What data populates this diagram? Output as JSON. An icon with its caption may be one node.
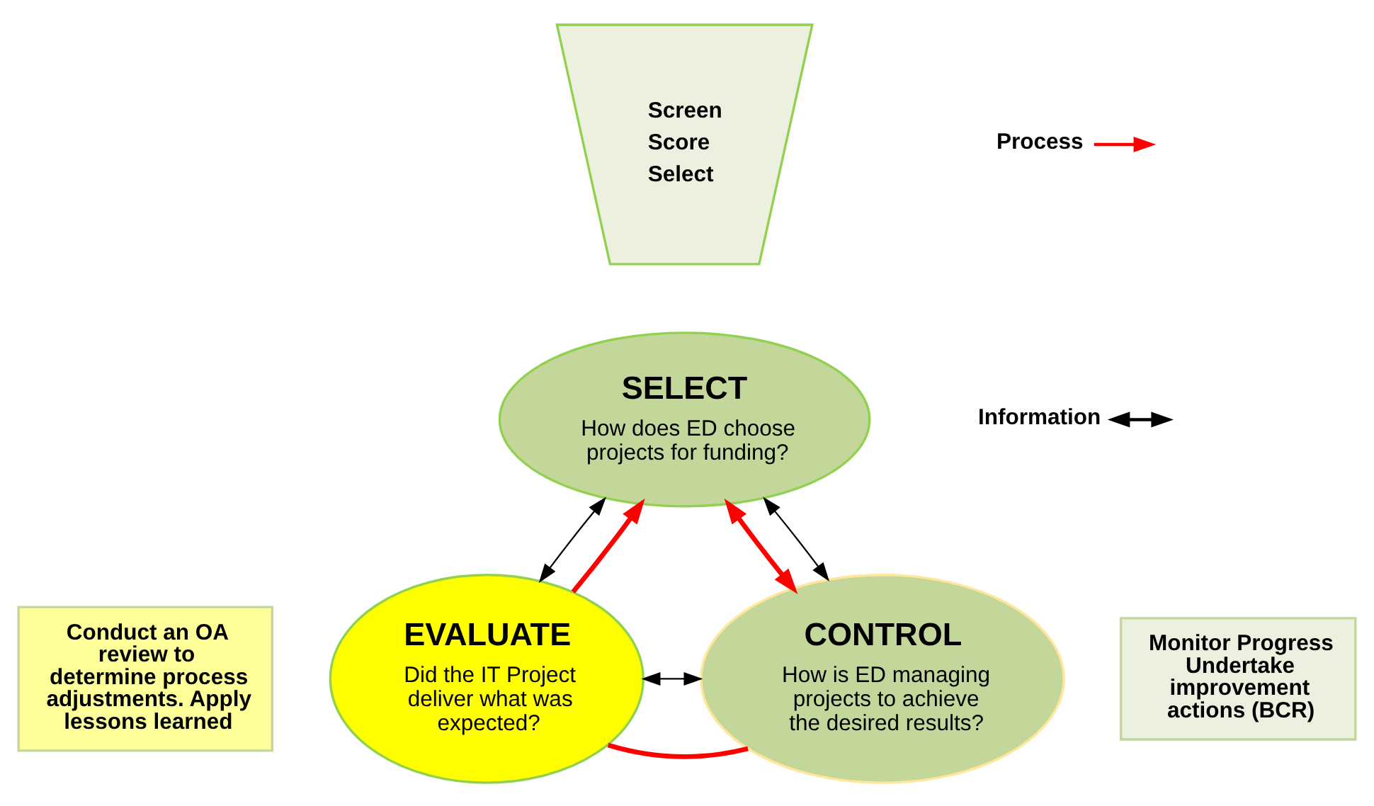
{
  "diagram": {
    "nodes": [
      {
        "text": [
          "Screen",
          "Score",
          "Select"
        ]
      },
      {
        "text": [
          "SELECT",
          "How does ED choose projects for funding?"
        ]
      },
      {
        "text": [
          "Conduct an OA review to determine process adjustments. Apply lessons learned"
        ]
      },
      {
        "text": [
          "EVALUATE",
          "Did the IT Project deliver what was expected?"
        ]
      },
      {
        "text": [
          "Monitor Progress Undertake improvement actions (BCR)"
        ]
      },
      {
        "text": [
          "CONTROL",
          "How is ED managing projects to achieve the desired results?"
        ]
      }
    ],
    "edges": [
      {
        "from": 3,
        "to": 1,
        "arrow": "to",
        "style": "thick",
        "color": "#ff0000"
      },
      {
        "from": 1,
        "to": 5,
        "arrow": "both",
        "style": "thick",
        "color": "#ff0000"
      },
      {
        "from": 5,
        "to": 3,
        "arrow": "none",
        "style": "thick",
        "color": "#ff0000"
      },
      {
        "from": 1,
        "to": 3,
        "arrow": "both",
        "color": "#000000"
      },
      {
        "from": 1,
        "to": 5,
        "arrow": "both",
        "color": "#000000"
      },
      {
        "from": 3,
        "to": 5,
        "arrow": "both",
        "color": "#000000"
      }
    ],
    "legend": [
      {
        "text": "Process"
      },
      {
        "text": "Information"
      }
    ]
  }
}
